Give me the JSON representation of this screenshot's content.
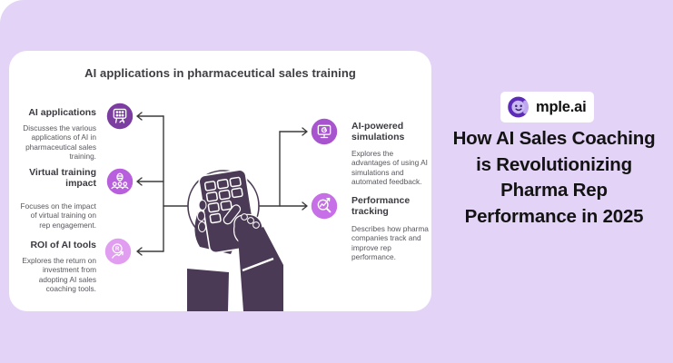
{
  "page": {
    "background_color": "#e3d3f7",
    "canvas_color": "#ffffff"
  },
  "card": {
    "title": "AI applications in pharmaceutical sales training",
    "connector_color": "#3b3b3b",
    "left_items": [
      {
        "label": "AI applications",
        "description": "Discusses the various applications of AI in pharmaceutical sales training.",
        "icon": "ai-panel-icon",
        "color": "#7c3da1"
      },
      {
        "label": "Virtual training impact",
        "description": "Focuses on the impact of virtual training on rep engagement.",
        "icon": "trainer-audience-icon",
        "color": "#b85fdd"
      },
      {
        "label": "ROI of AI tools",
        "description": "Explores the return on investment from adopting AI sales coaching tools.",
        "icon": "roi-growth-icon",
        "color": "#e19ef1"
      }
    ],
    "right_items": [
      {
        "label": "AI-powered simulations",
        "description": "Explores the advantages of using AI simulations and automated feedback.",
        "icon": "monitor-simulation-icon",
        "color": "#a854cf"
      },
      {
        "label": "Performance tracking",
        "description": "Describes how pharma companies track and improve rep performance.",
        "icon": "magnifier-trend-icon",
        "color": "#c76fe6"
      }
    ],
    "illustration": {
      "name": "hands-using-calculator",
      "color": "#4b3a55"
    }
  },
  "branding": {
    "logo_text": "mple.ai",
    "logo_icon": "smiley-ring-icon"
  },
  "headline": {
    "lines": [
      "How AI Sales Coaching",
      "is Revolutionizing",
      "Pharma Rep",
      "Performance in 2025"
    ],
    "color": "#131313"
  }
}
